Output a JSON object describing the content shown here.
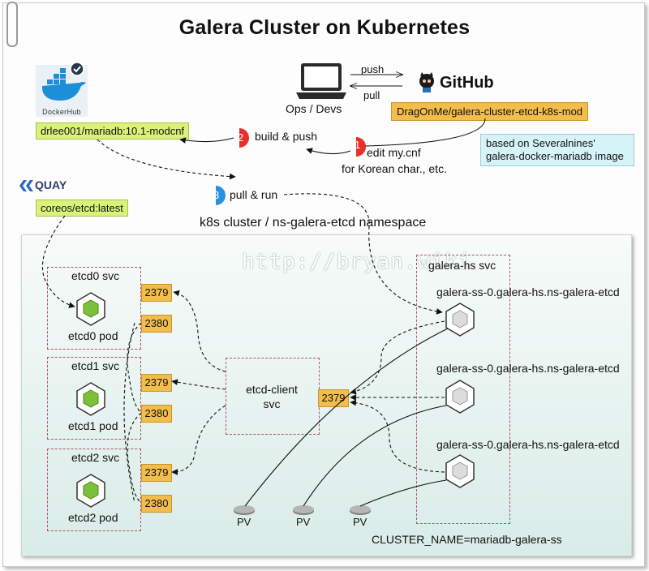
{
  "title": "Galera Cluster on Kubernetes",
  "ops": {
    "label": "Ops / Devs",
    "push": "push",
    "pull": "pull"
  },
  "github": {
    "logo_text": "GitHub",
    "repo": "DragOnMe/galera-cluster-etcd-k8s-mod"
  },
  "dockerhub": {
    "logo_text": "DockerHub",
    "image": "drlee001/mariadb:10.1-modcnf"
  },
  "quay": {
    "logo_text": "QUAY",
    "image": "coreos/etcd:latest"
  },
  "note": {
    "line1": "based on Severalnines'",
    "line2": "galera-docker-mariadb image"
  },
  "steps": [
    {
      "num": "1",
      "label_line1": "edit my.cnf",
      "label_line2": "for Korean char., etc.",
      "color": "#e8302a"
    },
    {
      "num": "2",
      "label": "build & push",
      "color": "#e8302a"
    },
    {
      "num": "3",
      "label": "pull & run",
      "color": "#2a8fe0"
    }
  ],
  "cluster": {
    "label": "k8s cluster / ns-galera-etcd namespace",
    "watermark": "http://bryan.wiki",
    "etcd": [
      {
        "svc": "etcd0 svc",
        "pod": "etcd0 pod",
        "client_port": "2379",
        "peer_port": "2380"
      },
      {
        "svc": "etcd1 svc",
        "pod": "etcd1 pod",
        "client_port": "2379",
        "peer_port": "2380"
      },
      {
        "svc": "etcd2 svc",
        "pod": "etcd2 pod",
        "client_port": "2379",
        "peer_port": "2380"
      }
    ],
    "etcd_client": {
      "line1": "etcd-client",
      "line2": "svc",
      "port": "2379"
    },
    "galera_hs": {
      "svc": "galera-hs svc",
      "pods": [
        "galera-ss-0.galera-hs.ns-galera-etcd",
        "galera-ss-0.galera-hs.ns-galera-etcd",
        "galera-ss-0.galera-hs.ns-galera-etcd"
      ]
    },
    "pv_label": "PV",
    "cluster_name": "CLUSTER_NAME=mariadb-galera-ss"
  },
  "colors": {
    "green": "#d9f27a",
    "orange": "#f2bd4b",
    "blue_note": "#d6f3f7",
    "svc_border": "#b05070"
  }
}
